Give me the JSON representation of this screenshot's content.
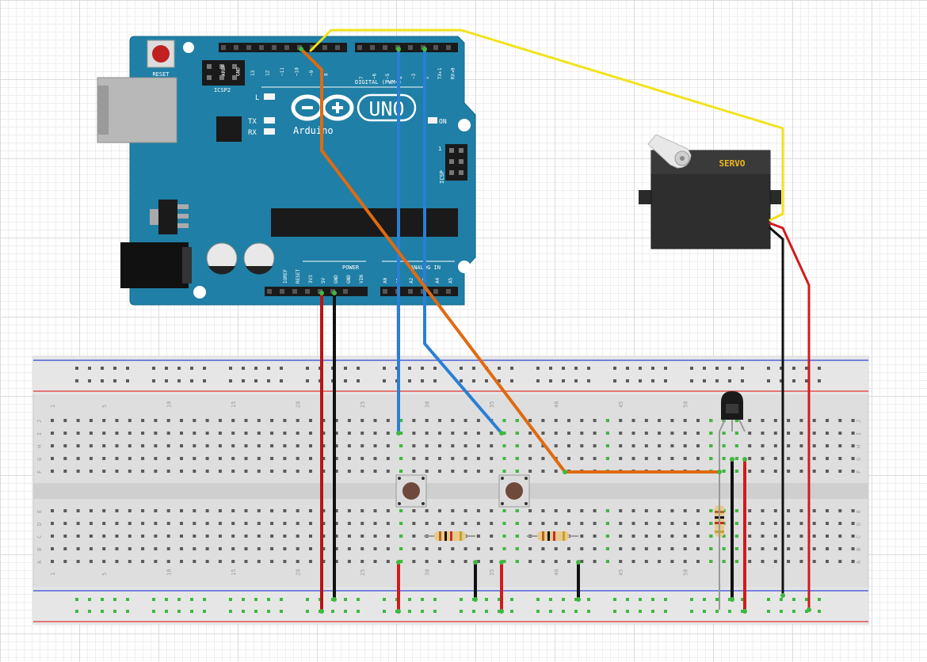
{
  "arduino": {
    "brand": "Arduino",
    "model": "UNO",
    "reset_label": "RESET",
    "icsp2_label": "ICSP2",
    "icsp_label": "ICSP",
    "icsp_pin1": "1",
    "led_l": "L",
    "led_tx": "TX",
    "led_rx": "RX",
    "led_on": "ON",
    "digital_label": "DIGITAL (PWM~)",
    "power_label": "POWER",
    "analog_label": "ANALOG IN",
    "digital_pins": [
      "AREF",
      "GND",
      "13",
      "12",
      "~11",
      "~10",
      "~9",
      "8",
      "7",
      "~6",
      "~5",
      "4",
      "~3",
      "2",
      "TX▸1",
      "RX◂0"
    ],
    "power_pins": [
      "IOREF",
      "RESET",
      "3V3",
      "5V",
      "GND",
      "GND",
      "VIN"
    ],
    "analog_pins": [
      "A0",
      "A1",
      "A2",
      "A3",
      "A4",
      "A5"
    ]
  },
  "servo": {
    "label": "SERVO"
  },
  "breadboard": {
    "row_letters_top": [
      "J",
      "I",
      "H",
      "G",
      "F"
    ],
    "row_letters_bottom": [
      "E",
      "D",
      "C",
      "B",
      "A"
    ],
    "column_numbers": [
      "1",
      "5",
      "10",
      "15",
      "20",
      "25",
      "30",
      "35",
      "40",
      "45",
      "50"
    ]
  },
  "colors": {
    "board": "#1f7fa6",
    "wire_5v": "#d11b1b",
    "wire_gnd": "#111111",
    "wire_signal_blue": "#2a7fd4",
    "wire_signal_orange": "#e06a10",
    "wire_servo_signal": "#f2e21c",
    "rail_red": "#e05050",
    "rail_blue": "#5060d8"
  }
}
